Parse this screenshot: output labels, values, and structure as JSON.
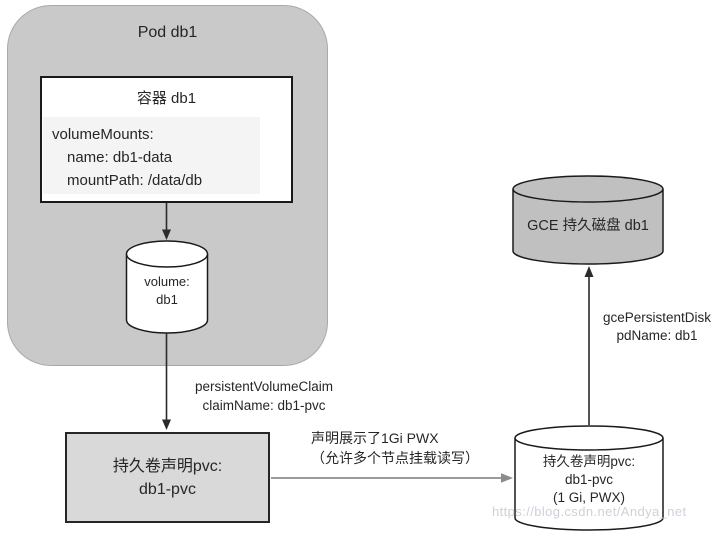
{
  "colors": {
    "pod_fill": "#c9c9c9",
    "pod_border": "#a9a9a9",
    "container_fill": "#ffffff",
    "volume_mounts_fill": "#f4f4f4",
    "pvc_box_fill": "#d9d9d9",
    "pv_cylinder_fill": "#ffffff",
    "gce_cylinder_fill": "#c0c0c0",
    "line_stroke": "#2b2b2b",
    "horizontal_arrow": "#8c8c8c",
    "watermark_text": "#cdd1da"
  },
  "pod": {
    "title": "Pod db1"
  },
  "container": {
    "title": "容器 db1",
    "volume_mounts": {
      "line1": "volumeMounts:",
      "line2": "name: db1-data",
      "line3": "mountPath: /data/db"
    }
  },
  "volume_cylinder": {
    "line1": "volume:",
    "line2": "db1"
  },
  "edges": {
    "pvc_claim": {
      "line1": "persistentVolumeClaim",
      "line2": "claimName: db1-pvc"
    },
    "bind": {
      "line1": "声明展示了1Gi PWX",
      "line2": "（允许多个节点挂载读写）"
    },
    "gce": {
      "line1": "gcePersistentDisk",
      "line2": "pdName: db1"
    }
  },
  "pvc_box": {
    "line1": "持久卷声明pvc:",
    "line2": "db1-pvc"
  },
  "pv_cylinder": {
    "line1": "持久卷声明pvc:",
    "line2": "db1-pvc",
    "line3": "(1 Gi, PWX)"
  },
  "gce_cylinder": {
    "label": "GCE 持久磁盘 db1"
  },
  "watermark": "https://blog.csdn.net/Andya_net"
}
